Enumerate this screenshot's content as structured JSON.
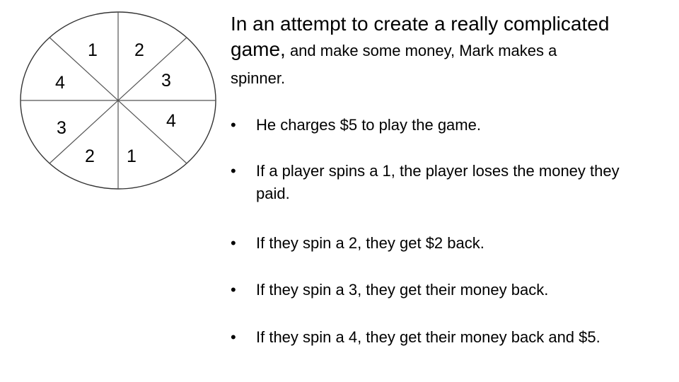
{
  "spinner": {
    "sections": [
      "1",
      "2",
      "3",
      "4",
      "1",
      "2",
      "3",
      "4"
    ]
  },
  "title": {
    "line1": "In an attempt to create a really complicated",
    "line2_lead": "game,",
    "line2_rest": " and make some money, Mark makes a",
    "line3": "spinner."
  },
  "bullets": [
    "He charges $5 to play the game.",
    "If a player spins a 1, the player loses the money they paid.",
    "If they spin a 2, they get $2 back.",
    "If they spin a 3, they get their money back.",
    "If they spin a 4, they get their money back and $5."
  ],
  "bullet_symbol": "•"
}
